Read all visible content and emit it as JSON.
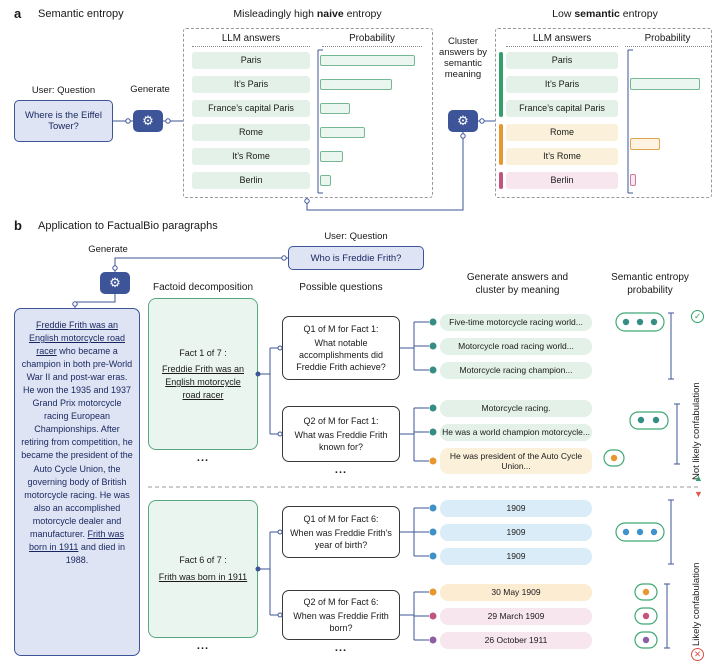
{
  "colors": {
    "accent_blue": "#3d5499",
    "cluster_green": "#3fa873",
    "teal_dot": "#358d85",
    "orange": "#e8962e",
    "pink": "#c2557d",
    "purple": "#8e5ea2",
    "blue_dot": "#4191c9",
    "check_green": "#2ea36b",
    "cross_red": "#d94f43"
  },
  "icons": {
    "llm": "llm-chip-icon",
    "llm_glyph": "⚙",
    "check_glyph": "✓",
    "cross_glyph": "✕",
    "up_glyph": "▲",
    "down_glyph": "▼"
  },
  "panel_a": {
    "label": "a",
    "title": "Semantic entropy",
    "user_label": "User: Question",
    "question": "Where is the Eiffel Tower?",
    "generate_label": "Generate",
    "cluster_label": "Cluster answers by semantic meaning",
    "naive_table": {
      "title_pre": "Misleadingly high ",
      "title_bold": "naive",
      "title_post": " entropy",
      "col_answers": "LLM answers",
      "col_probability": "Probability",
      "rows": [
        {
          "answer": "Paris",
          "probability": 0.63
        },
        {
          "answer": "It’s Paris",
          "probability": 0.48
        },
        {
          "answer": "France’s capital Paris",
          "probability": 0.2
        },
        {
          "answer": "Rome",
          "probability": 0.3
        },
        {
          "answer": "It’s Rome",
          "probability": 0.15
        },
        {
          "answer": "Berlin",
          "probability": 0.07
        }
      ]
    },
    "semantic_table": {
      "title_pre": "Low ",
      "title_bold": "semantic",
      "title_post": " entropy",
      "col_answers": "LLM answers",
      "col_probability": "Probability",
      "clusters": [
        {
          "name": "paris-cluster",
          "answers": [
            "Paris",
            "It’s Paris",
            "France’s capital Paris"
          ],
          "probability": 0.78
        },
        {
          "name": "rome-cluster",
          "answers": [
            "Rome",
            "It’s Rome"
          ],
          "probability": 0.33
        },
        {
          "name": "berlin-cluster",
          "answers": [
            "Berlin"
          ],
          "probability": 0.07
        }
      ]
    }
  },
  "panel_b": {
    "label": "b",
    "title": "Application to FactualBio paragraphs",
    "user_label": "User: Question",
    "question": "Who is Freddie Frith?",
    "generate_label": "Generate",
    "ellipsis": "...",
    "bio": {
      "seg1_underlined": "Freddie Frith was an English motorcycle road racer",
      "seg2": " who became a champion in both pre-World War II and post-war eras. He won the 1935 and 1937 Grand Prix motorcycle racing European Championships. After retiring from competition, he became the president of the Auto Cycle Union, the governing body of British motorcycle racing. He was also an accomplished motorcycle dealer and manufacturer. ",
      "seg3_underlined": "Frith was born in 1911",
      "seg4": " and died in 1988."
    },
    "col_factoid": "Factoid decomposition",
    "col_questions": "Possible questions",
    "col_answers_1": "Generate answers and",
    "col_answers_2": "cluster by meaning",
    "col_entropy_1": "Semantic entropy",
    "col_entropy_2": "probability",
    "fact1_prefix": "Fact 1 of 7 :",
    "fact1_text": "Freddie Frith was an English motorcycle road racer",
    "fact6_prefix": "Fact 6 of 7 :",
    "fact6_text": "Frith was born in 1911",
    "q1f1_label": "Q1 of M for Fact 1:",
    "q1f1_body": "What notable accomplishments did Freddie Frith achieve?",
    "q2f1_label": "Q2 of M for Fact 1:",
    "q2f1_body": "What was Freddie Frith known for?",
    "q1f6_label": "Q1 of M for Fact 6:",
    "q1f6_body": "When was Freddie Frith’s year of birth?",
    "q2f6_label": "Q2 of M for Fact 6:",
    "q2f6_body": "When was Freddie Frith born?",
    "answers": {
      "q1f1": [
        {
          "text": "Five-time motorcycle racing world...",
          "cluster": "green"
        },
        {
          "text": "Motorcycle road racing world...",
          "cluster": "green"
        },
        {
          "text": "Motorcycle racing champion...",
          "cluster": "green"
        }
      ],
      "q2f1": [
        {
          "text": "Motorcycle racing.",
          "cluster": "green"
        },
        {
          "text": "He was a world champion motorcycle...",
          "cluster": "green"
        },
        {
          "text": "He was president of the Auto Cycle Union...",
          "cluster": "orange"
        }
      ],
      "q1f6": [
        {
          "text": "1909",
          "cluster": "blue"
        },
        {
          "text": "1909",
          "cluster": "blue"
        },
        {
          "text": "1909",
          "cluster": "blue"
        }
      ],
      "q2f6": [
        {
          "text": "30 May 1909",
          "cluster": "orange"
        },
        {
          "text": "29 March 1909",
          "cluster": "pink"
        },
        {
          "text": "26 October 1911",
          "cluster": "purple"
        }
      ]
    },
    "not_likely_label": "Not likely confabulation",
    "likely_label": "Likely confabulation"
  }
}
